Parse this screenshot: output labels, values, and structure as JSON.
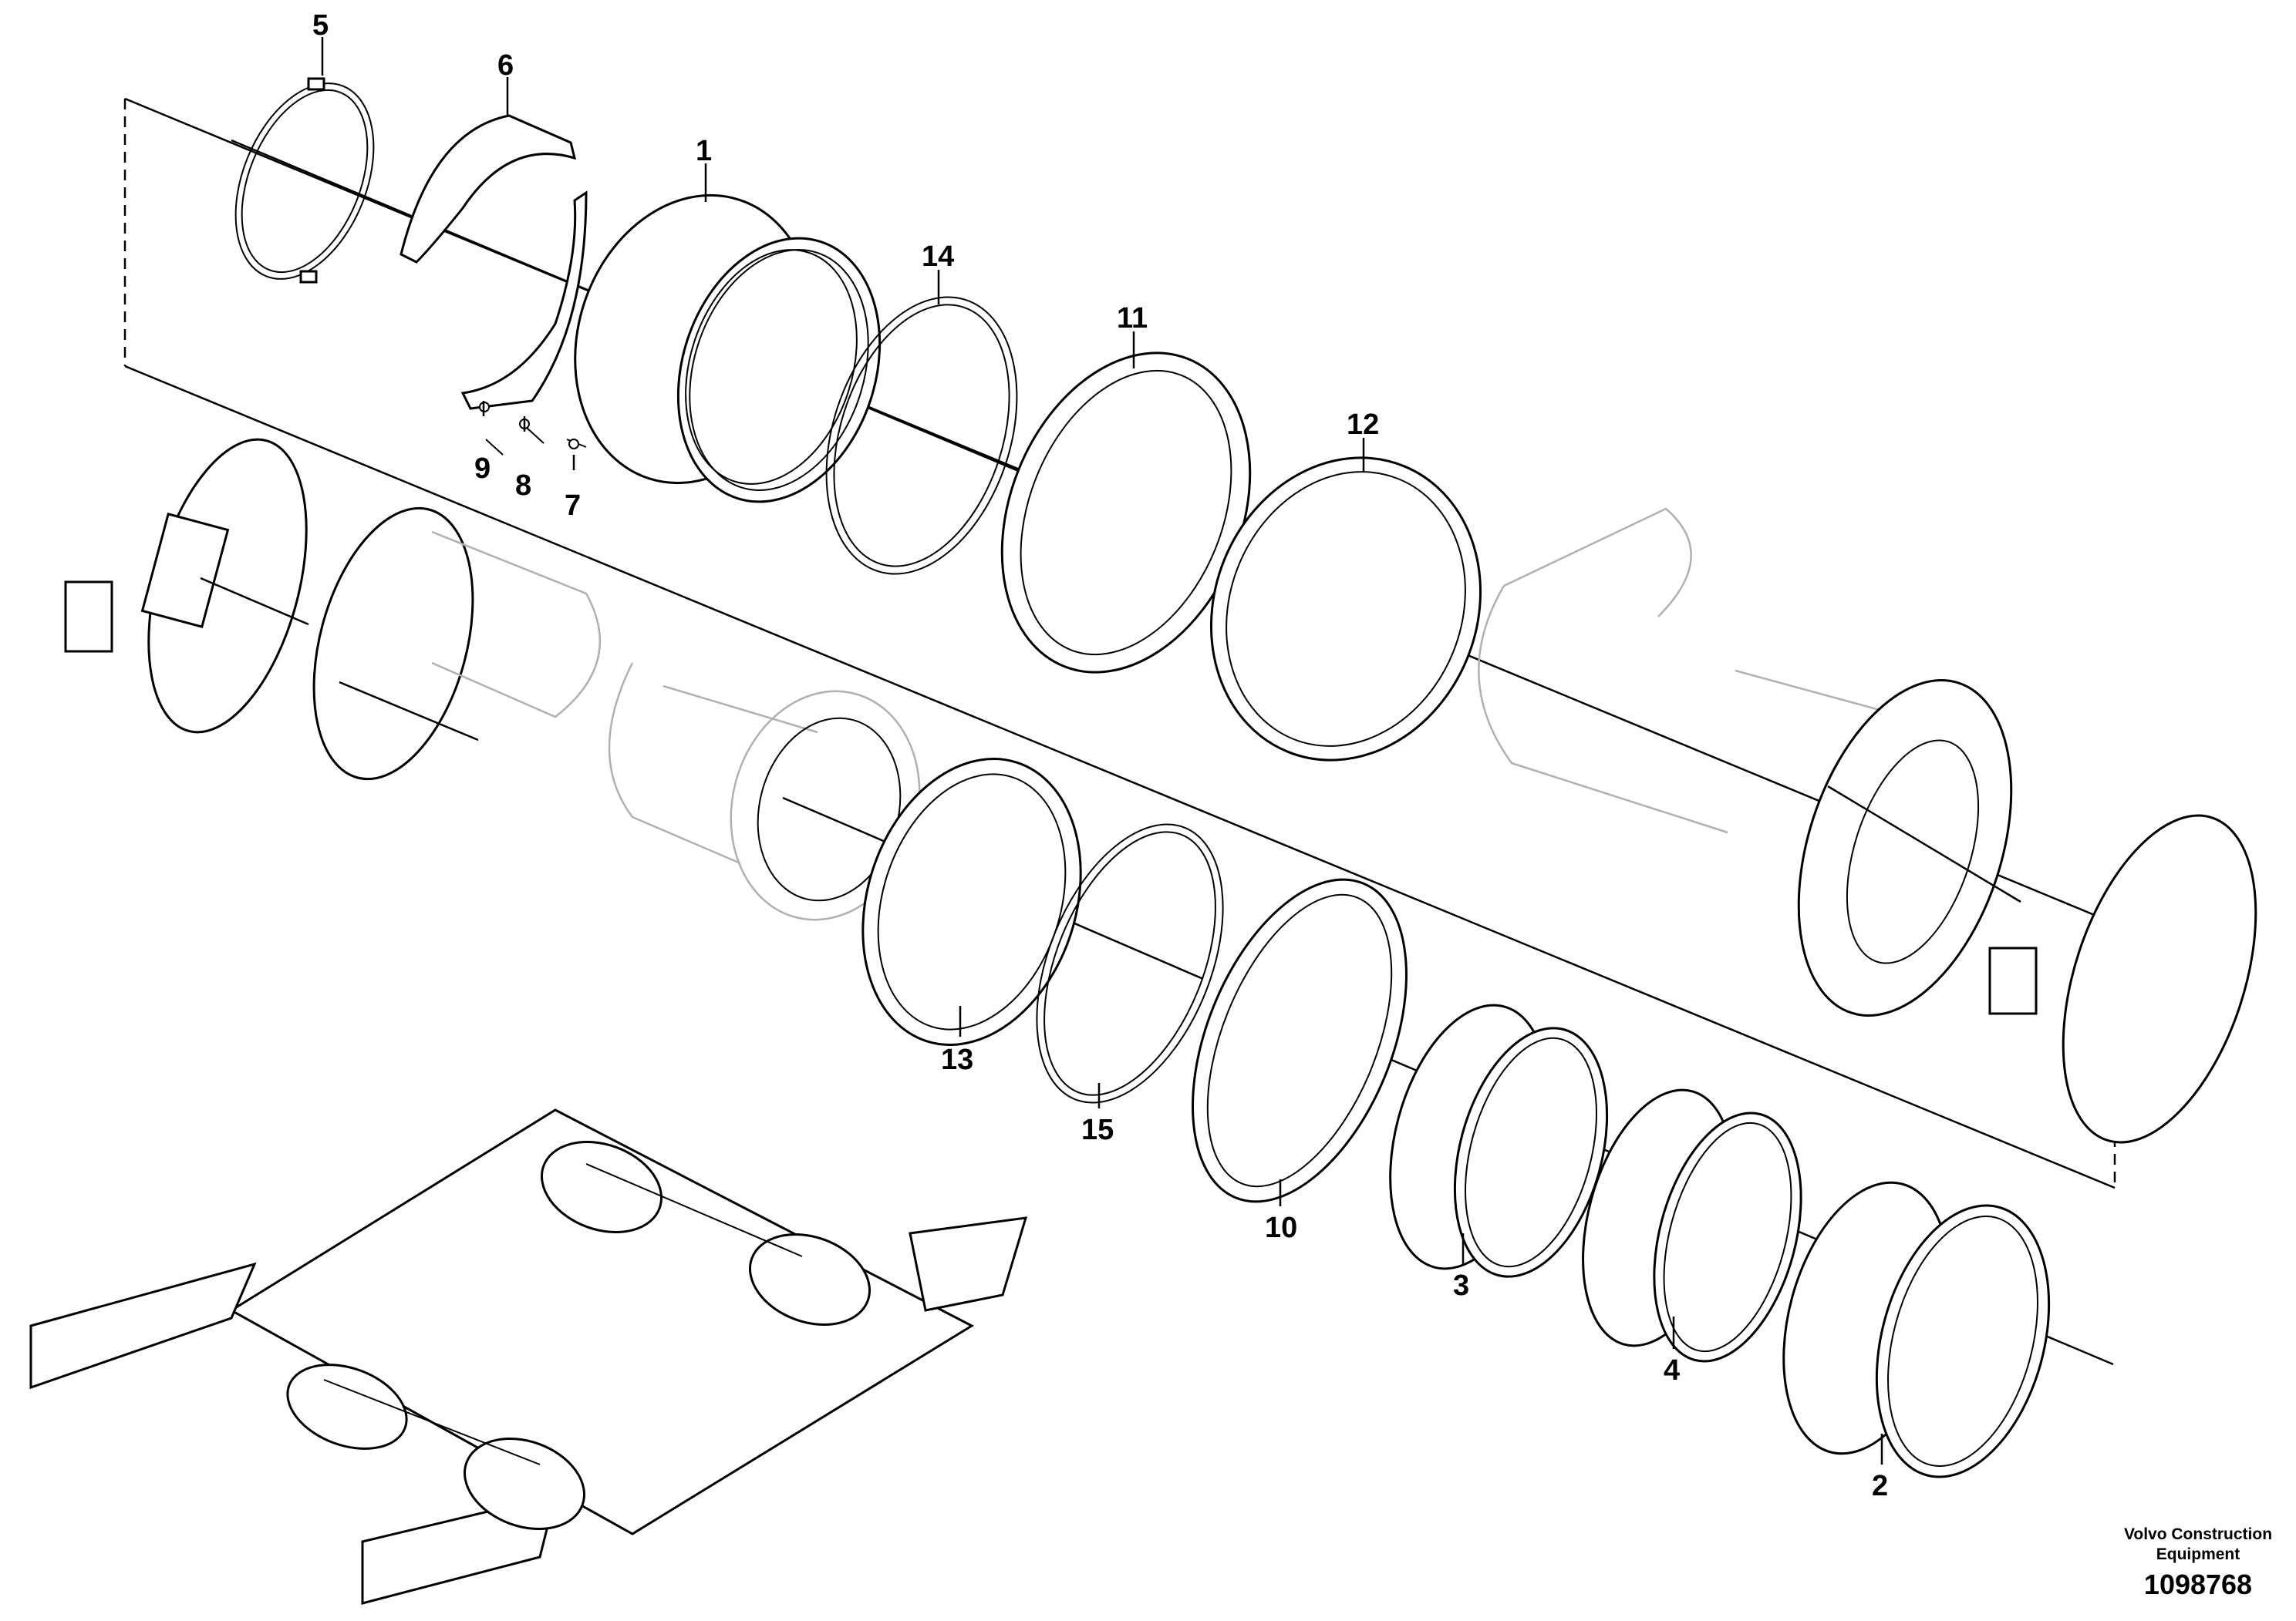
{
  "callouts": [
    {
      "id": "5",
      "text": "5"
    },
    {
      "id": "6",
      "text": "6"
    },
    {
      "id": "1",
      "text": "1"
    },
    {
      "id": "14",
      "text": "14"
    },
    {
      "id": "11",
      "text": "11"
    },
    {
      "id": "12",
      "text": "12"
    },
    {
      "id": "9",
      "text": "9"
    },
    {
      "id": "8",
      "text": "8"
    },
    {
      "id": "7",
      "text": "7"
    },
    {
      "id": "13",
      "text": "13"
    },
    {
      "id": "15",
      "text": "15"
    },
    {
      "id": "10",
      "text": "10"
    },
    {
      "id": "3",
      "text": "3"
    },
    {
      "id": "4",
      "text": "4"
    },
    {
      "id": "2",
      "text": "2"
    }
  ],
  "credit": {
    "line1": "Volvo Construction",
    "line2": "Equipment",
    "diagram_number": "1098768"
  }
}
